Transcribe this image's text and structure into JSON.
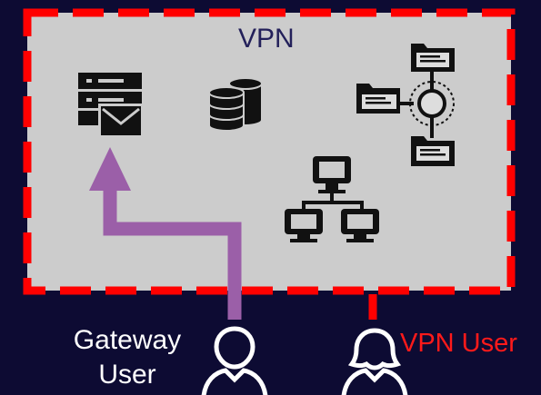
{
  "vpn_zone": {
    "title": "VPN"
  },
  "users": {
    "gateway": {
      "label_line1": "Gateway",
      "label_line2": "User"
    },
    "vpn": {
      "label": "VPN User"
    }
  },
  "icons": [
    "mail-server-icon",
    "database-icon",
    "folder-network-icon",
    "network-computers-icon",
    "gateway-user-icon",
    "vpn-user-icon"
  ],
  "colors": {
    "background": "#0d0b33",
    "vpn_zone_fill": "#cccccc",
    "vpn_border": "#ff0000",
    "access_path": "#9b5fa8",
    "vpn_user_label": "#ff1a1a",
    "gateway_user_label": "#ffffff"
  }
}
